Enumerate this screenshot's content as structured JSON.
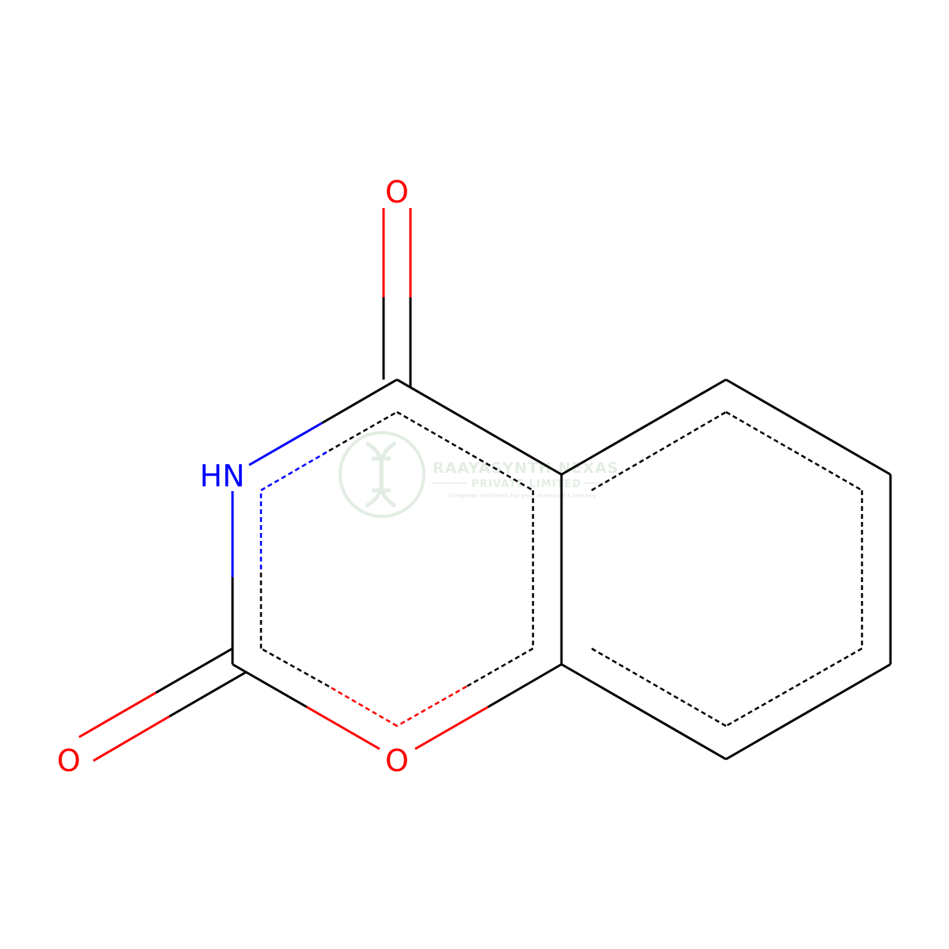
{
  "molecule": {
    "atoms": [
      {
        "id": "O1",
        "label": "O",
        "element": "O"
      },
      {
        "id": "N",
        "label": "HN",
        "element": "N"
      },
      {
        "id": "O2",
        "label": "O",
        "element": "O"
      },
      {
        "id": "O3",
        "label": "O",
        "element": "O"
      }
    ]
  },
  "colors": {
    "carbon": "#000000",
    "oxygen": "#ff0000",
    "nitrogen": "#0000ff",
    "watermark": "#2e7d32"
  },
  "watermark": {
    "title": "RAAYASYNTH NEXAS",
    "subtitle": "PRIVATE LIMITED",
    "tagline": "Complete solutions for your molecule's journey"
  }
}
